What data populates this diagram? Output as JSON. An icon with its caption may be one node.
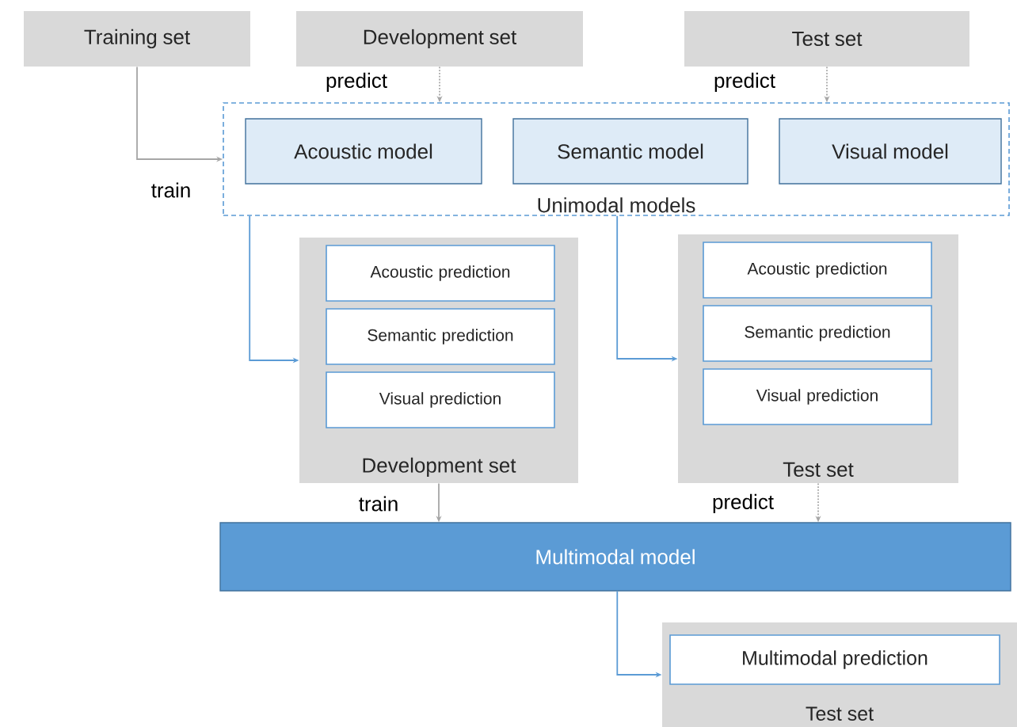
{
  "diagram": {
    "nodes": [
      {
        "text": [
          "Training set"
        ]
      },
      {
        "text": [
          "Development set"
        ]
      },
      {
        "text": [
          "Test set"
        ]
      },
      {
        "text": [
          "Unimodal models"
        ]
      },
      {
        "text": [
          "Acoustic model"
        ],
        "in": 3
      },
      {
        "text": [
          "Semantic model"
        ],
        "in": 3
      },
      {
        "text": [
          "Visual model"
        ],
        "in": 3
      },
      {
        "text": [
          "Development set"
        ]
      },
      {
        "text": [
          "Acoustic prediction"
        ],
        "in": 7
      },
      {
        "text": [
          "Semantic prediction"
        ],
        "in": 7
      },
      {
        "text": [
          "Visual prediction"
        ],
        "in": 7
      },
      {
        "text": [
          "Test set"
        ]
      },
      {
        "text": [
          "Acoustic prediction"
        ],
        "in": 11
      },
      {
        "text": [
          "Semantic prediction"
        ],
        "in": 11
      },
      {
        "text": [
          "Visual prediction"
        ],
        "in": 11
      },
      {
        "text": [
          "Multimodal model"
        ]
      },
      {
        "text": [
          "Test set"
        ]
      },
      {
        "text": [
          "Multimodal prediction"
        ],
        "in": 16
      }
    ],
    "edges": [
      {
        "from": 0,
        "to": 3,
        "arrow": "to",
        "label": "train"
      },
      {
        "from": 1,
        "to": 3,
        "arrow": "to",
        "label": "predict",
        "style": "dashed"
      },
      {
        "from": 2,
        "to": 3,
        "arrow": "to",
        "label": "predict",
        "style": "dashed"
      },
      {
        "from": 3,
        "to": 7,
        "arrow": "to",
        "color": "#5b9bd5"
      },
      {
        "from": 3,
        "to": 11,
        "arrow": "to",
        "color": "#5b9bd5"
      },
      {
        "from": 7,
        "to": 15,
        "arrow": "to",
        "label": "train"
      },
      {
        "from": 11,
        "to": 15,
        "arrow": "to",
        "label": "predict",
        "style": "dashed"
      },
      {
        "from": 15,
        "to": 16,
        "arrow": "to",
        "color": "#5b9bd5"
      }
    ]
  }
}
